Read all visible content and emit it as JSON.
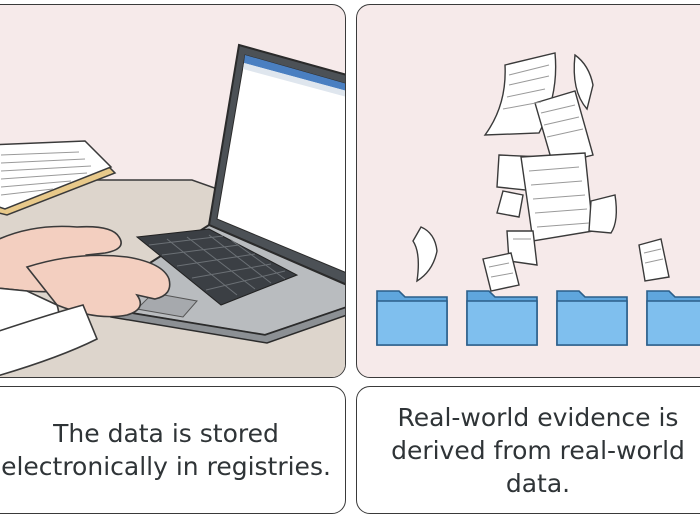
{
  "panels": [
    {
      "illustration": "hands typing on laptop beside stack of papers",
      "caption": "The data is stored\nelectronically in registries."
    },
    {
      "illustration": "papers floating above four blue folders",
      "caption": "Real-world evidence is\nderived from real-world\ndata."
    }
  ],
  "colors": {
    "panel_bg": "#f6eaea",
    "folder_blue": "#7fbfee",
    "outline": "#3a3a3a",
    "caption_text": "#2f3437"
  }
}
